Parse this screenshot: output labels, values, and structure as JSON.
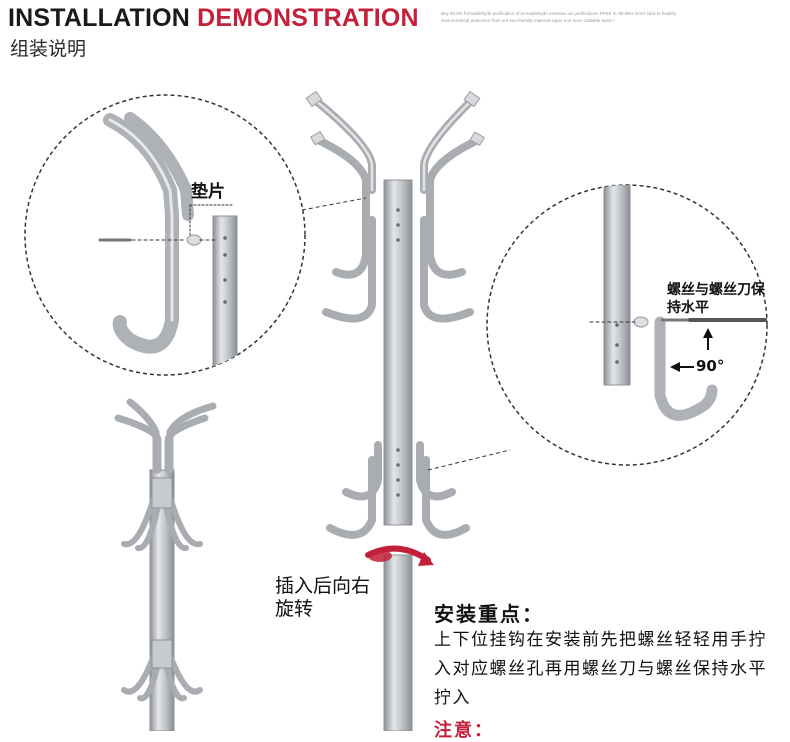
{
  "header": {
    "title_word1": "INSTALLATION",
    "title_word2": "DEMONSTRATION",
    "subtitle": "组装说明",
    "fine_print": "Buy 99.9% formaldehyde purification of formaldehyde emission air purifications FREE S. 99.99% Don't stick to healthy environmental protection from our eco-friendly material super non-toxic coatable eyes c"
  },
  "labels": {
    "pad": "垫片",
    "screw_alignment": "螺丝与螺丝刀保持水平",
    "angle": "90°",
    "insert_instruction": "插入后向右旋转"
  },
  "key_points": {
    "title": "安装重点：",
    "body": "上下位挂钩在安装前先把螺丝轻轻用手拧入对应螺丝孔再用螺丝刀与螺丝保持水平拧入",
    "note": "注意："
  },
  "colors": {
    "accent_red": "#c4203b",
    "metal": "#b9bcc0",
    "metal_dark": "#8c9096",
    "metal_light": "#e4e6e8"
  }
}
